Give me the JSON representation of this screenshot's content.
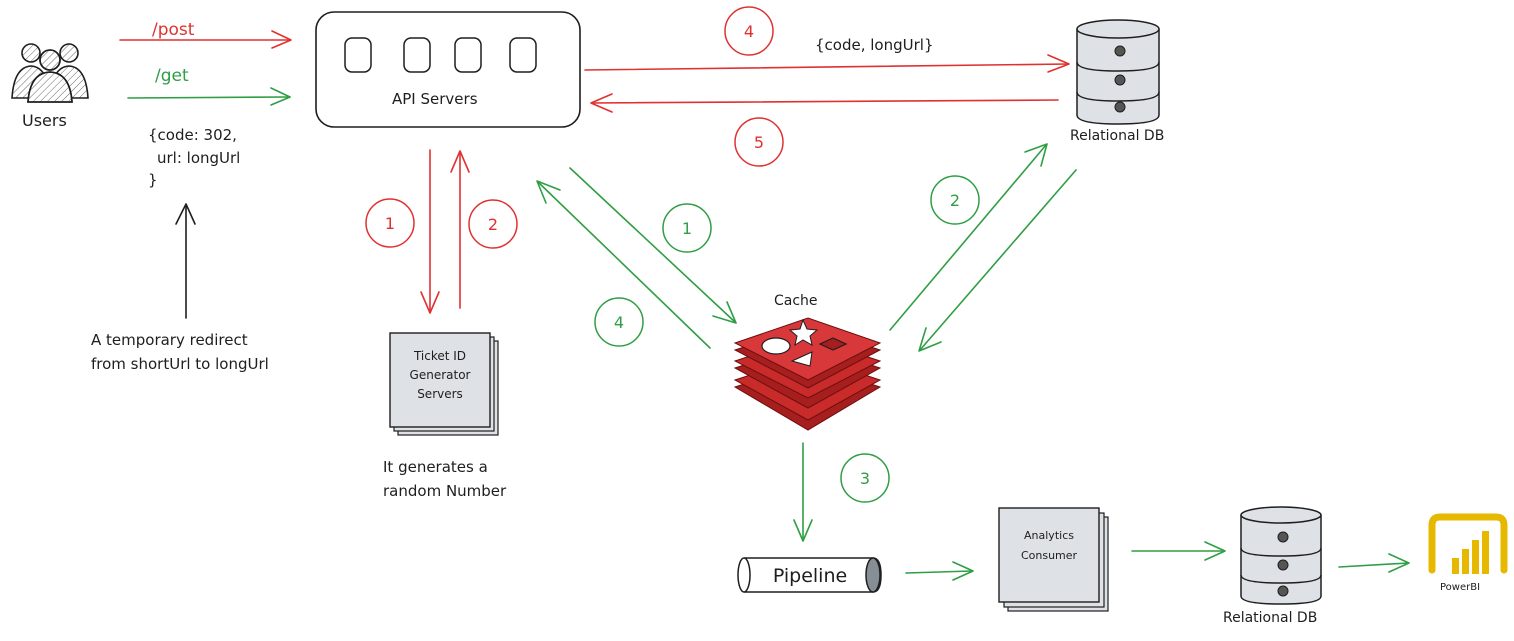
{
  "users": {
    "label": "Users"
  },
  "routes": {
    "post": "/post",
    "get": "/get"
  },
  "api_servers": {
    "label": "API Servers"
  },
  "redirect_response": {
    "line1": "{code: 302,",
    "line2": "url: longUrl",
    "line3": "}"
  },
  "redirect_note": {
    "line1": "A temporary redirect",
    "line2": "from shortUrl to longUrl"
  },
  "ticket_generator": {
    "line1": "Ticket ID",
    "line2": "Generator",
    "line3": "Servers"
  },
  "ticket_note": {
    "line1": "It generates a",
    "line2": "random Number"
  },
  "db_payload": "{code, longUrl}",
  "relational_db_top": {
    "label": "Relational DB"
  },
  "cache": {
    "label": "Cache"
  },
  "pipeline": {
    "label": "Pipeline"
  },
  "analytics_consumer": {
    "line1": "Analytics",
    "line2": "Consumer"
  },
  "relational_db_bottom": {
    "label": "Relational DB"
  },
  "powerbi": {
    "label": "PowerBI"
  },
  "steps": {
    "red_1": "1",
    "red_2": "2",
    "red_4": "4",
    "red_5": "5",
    "green_1": "1",
    "green_2": "2",
    "green_3": "3",
    "green_4": "4"
  },
  "colors": {
    "write_path": "#e03131",
    "read_path": "#2f9e44",
    "ink": "#1e1e1e",
    "cache_red": "#c92a2a",
    "db_fill": "#dee2e6",
    "powerbi_yellow": "#e6b800"
  }
}
